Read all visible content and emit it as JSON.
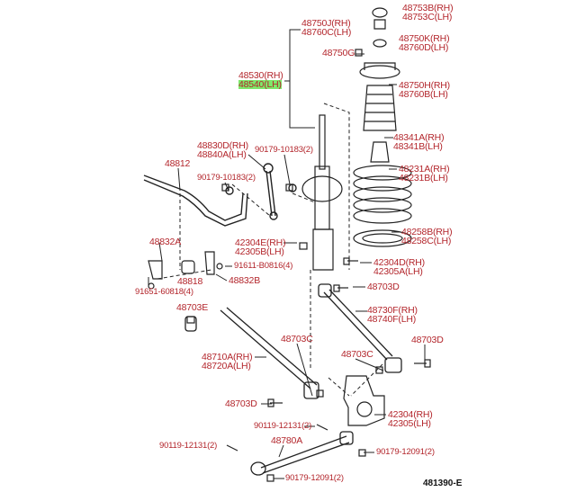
{
  "labels": [
    "48753B(RH)",
    "48753C(LH)",
    "48750J(RH)",
    "48760C(LH)",
    "48750K(RH)",
    "48760D(LH)",
    "48750G",
    "48530(RH)",
    "48540(LH)",
    "48750H(RH)",
    "48760B(LH)",
    "48341A(RH)",
    "48341B(LH)",
    "48830D(RH)",
    "48840A(LH)",
    "90179-10183(2)",
    "48812",
    "48231A(RH)",
    "48231B(LH)",
    "90179-10183(2)",
    "48258B(RH)",
    "48258C(LH)",
    "48832A",
    "42304E(RH)",
    "42305B(LH)",
    "42304D(RH)",
    "42305A(LH)",
    "91611-B0816(4)",
    "48818",
    "48832B",
    "91651-60818(4)",
    "48703D",
    "48703E",
    "48730F(RH)",
    "48740F(LH)",
    "48703C",
    "48703D",
    "48710A(RH)",
    "48720A(LH)",
    "48703C",
    "48703D",
    "42304(RH)",
    "42305(LH)",
    "90119-12131(2)",
    "48780A",
    "90119-12131(2)",
    "90179-12091(2)",
    "90179-12091(2)"
  ],
  "diagram_code": "481390-E",
  "highlighted_label": "48540(LH)",
  "colors": {
    "label": "#b3262c",
    "highlight": "#7ee86a",
    "line": "#222222"
  }
}
